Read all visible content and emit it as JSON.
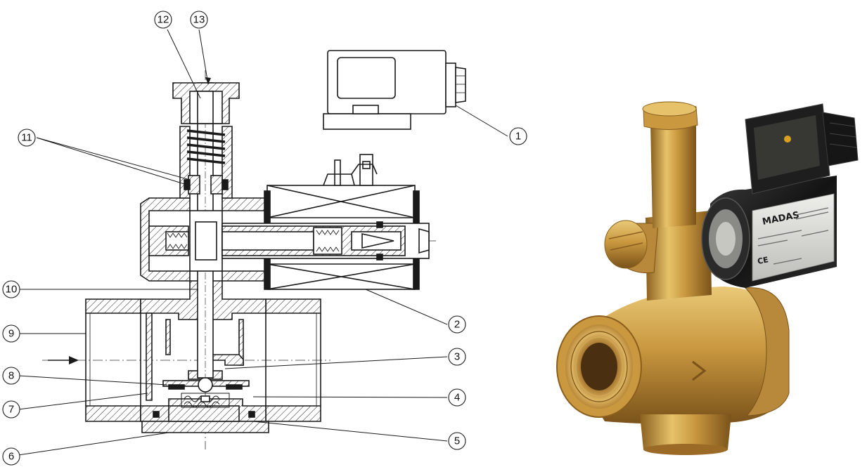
{
  "callouts": [
    {
      "id": "1",
      "text": "1"
    },
    {
      "id": "2",
      "text": "2"
    },
    {
      "id": "3",
      "text": "3"
    },
    {
      "id": "4",
      "text": "4"
    },
    {
      "id": "5",
      "text": "5"
    },
    {
      "id": "6",
      "text": "6"
    },
    {
      "id": "7",
      "text": "7"
    },
    {
      "id": "8",
      "text": "8"
    },
    {
      "id": "9",
      "text": "9"
    },
    {
      "id": "10",
      "text": "10"
    },
    {
      "id": "11",
      "text": "11"
    },
    {
      "id": "12",
      "text": "12"
    },
    {
      "id": "13",
      "text": "13"
    }
  ],
  "photo": {
    "brand_label": "MADAS",
    "ce_mark": "CE"
  },
  "colors": {
    "line": "#1a1a1a",
    "brass_light": "#e6c36a",
    "brass_mid": "#c9983f",
    "brass_dark": "#8a5f1e",
    "coil_black": "#1c1c1c",
    "label_silver": "#d9d9d6"
  }
}
